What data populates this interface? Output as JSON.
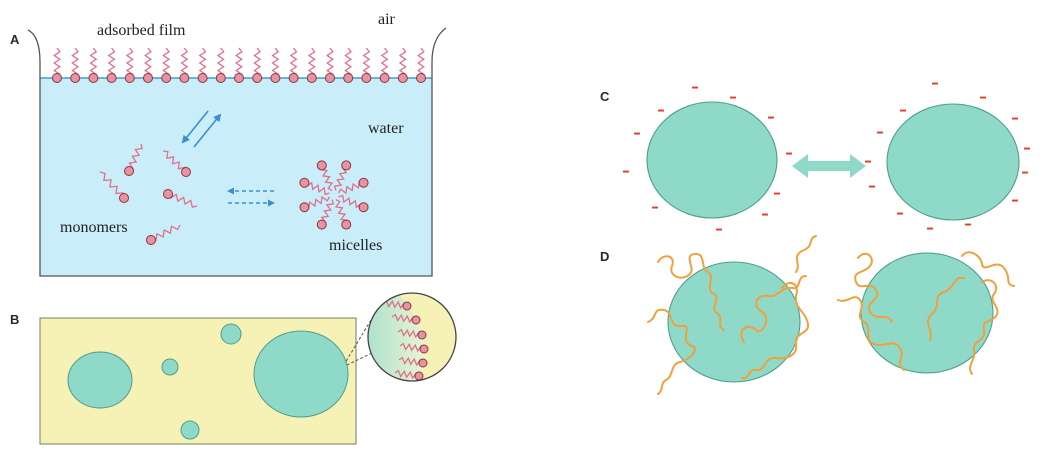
{
  "panels": {
    "a": {
      "label": "A",
      "film_label": "adsorbed film",
      "air_label": "air",
      "water_label": "water",
      "monomers_label": "monomers",
      "micelles_label": "micelles"
    },
    "b": {
      "label": "B"
    },
    "c": {
      "label": "C",
      "charge_sign": "–"
    },
    "d": {
      "label": "D"
    }
  },
  "colors": {
    "water": "#c9eefa",
    "water_surface": "#3aa0d0",
    "surfactant_tail": "#e0708a",
    "surfactant_head": "#e8939f",
    "head_outline": "#8a3544",
    "arrow_blue": "#3a8fd0",
    "emulsion_background": "#f6f2b6",
    "droplet": "#8fd9c8",
    "droplet_outline": "#4f9e8c",
    "negative_charge": "#e23a2a",
    "polymer_chain": "#f0a03c",
    "exchange_arrow": "#8fd9c8"
  }
}
